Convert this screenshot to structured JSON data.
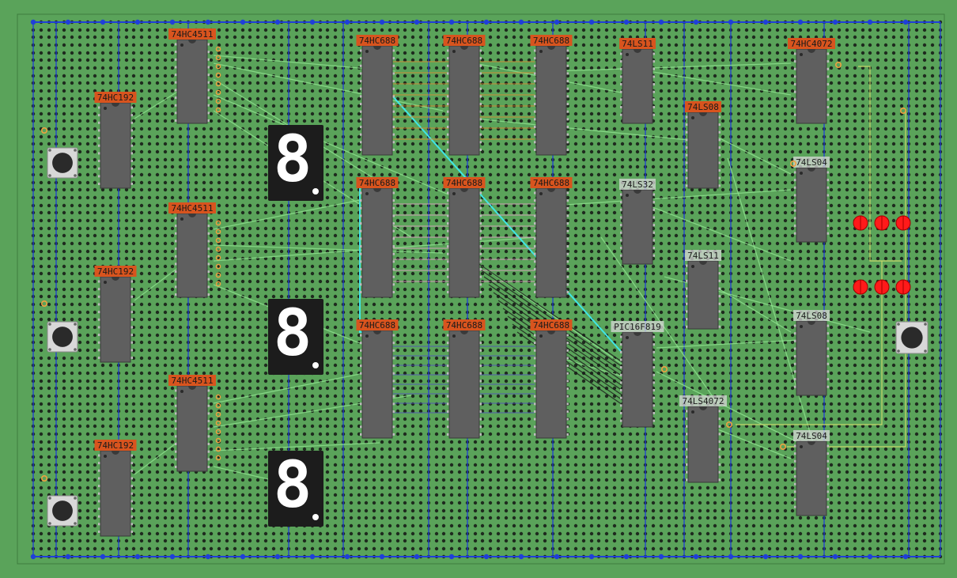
{
  "colors": {
    "board": "#5aa35a",
    "hole": "#1e2a1e",
    "bus": "#1f3fd8",
    "wire_green": "#8fe38f",
    "chip_body": "#5f5f5f",
    "chip_label_bg": "#d8541e",
    "chip_label_fg": "#1a1a1a",
    "led": "#ff1a1a",
    "display_bg": "#1c1c1c",
    "segment": "#ffffff",
    "pin_orange": "#f0a040"
  },
  "chips": [
    {
      "id": "u1",
      "label": "74HC4511",
      "highlight": true
    },
    {
      "id": "u2",
      "label": "74HC4511",
      "highlight": true
    },
    {
      "id": "u3",
      "label": "74HC4511",
      "highlight": true
    },
    {
      "id": "u4",
      "label": "74HC192",
      "highlight": true
    },
    {
      "id": "u5",
      "label": "74HC192",
      "highlight": true
    },
    {
      "id": "u6",
      "label": "74HC192",
      "highlight": true
    },
    {
      "id": "u7",
      "label": "74HC688",
      "highlight": true
    },
    {
      "id": "u8",
      "label": "74HC688",
      "highlight": true
    },
    {
      "id": "u9",
      "label": "74HC688",
      "highlight": true
    },
    {
      "id": "u10",
      "label": "74HC688",
      "highlight": true
    },
    {
      "id": "u11",
      "label": "74HC688",
      "highlight": true
    },
    {
      "id": "u12",
      "label": "74HC688",
      "highlight": true
    },
    {
      "id": "u13",
      "label": "74HC688",
      "highlight": true
    },
    {
      "id": "u14",
      "label": "74HC688",
      "highlight": true
    },
    {
      "id": "u15",
      "label": "74HC688",
      "highlight": true
    },
    {
      "id": "u16",
      "label": "74LS11",
      "highlight": true
    },
    {
      "id": "u17",
      "label": "74LS08",
      "highlight": true
    },
    {
      "id": "u18",
      "label": "74LS32",
      "highlight": false
    },
    {
      "id": "u19",
      "label": "74LS11",
      "highlight": false
    },
    {
      "id": "u20",
      "label": "PIC16F819",
      "highlight": false
    },
    {
      "id": "u21",
      "label": "74LS4072",
      "highlight": false
    },
    {
      "id": "u22",
      "label": "74HC4072",
      "highlight": true
    },
    {
      "id": "u23",
      "label": "74LS04",
      "highlight": false
    },
    {
      "id": "u24",
      "label": "74LS08",
      "highlight": false
    },
    {
      "id": "u25",
      "label": "74LS04",
      "highlight": false
    }
  ],
  "displays": [
    {
      "id": "d1",
      "digit": "8"
    },
    {
      "id": "d2",
      "digit": "8"
    },
    {
      "id": "d3",
      "digit": "8"
    }
  ],
  "buttons": [
    {
      "id": "b1"
    },
    {
      "id": "b2"
    },
    {
      "id": "b3"
    },
    {
      "id": "b4"
    }
  ],
  "leds": [
    {
      "id": "l1"
    },
    {
      "id": "l2"
    },
    {
      "id": "l3"
    },
    {
      "id": "l4"
    },
    {
      "id": "l5"
    },
    {
      "id": "l6"
    }
  ]
}
